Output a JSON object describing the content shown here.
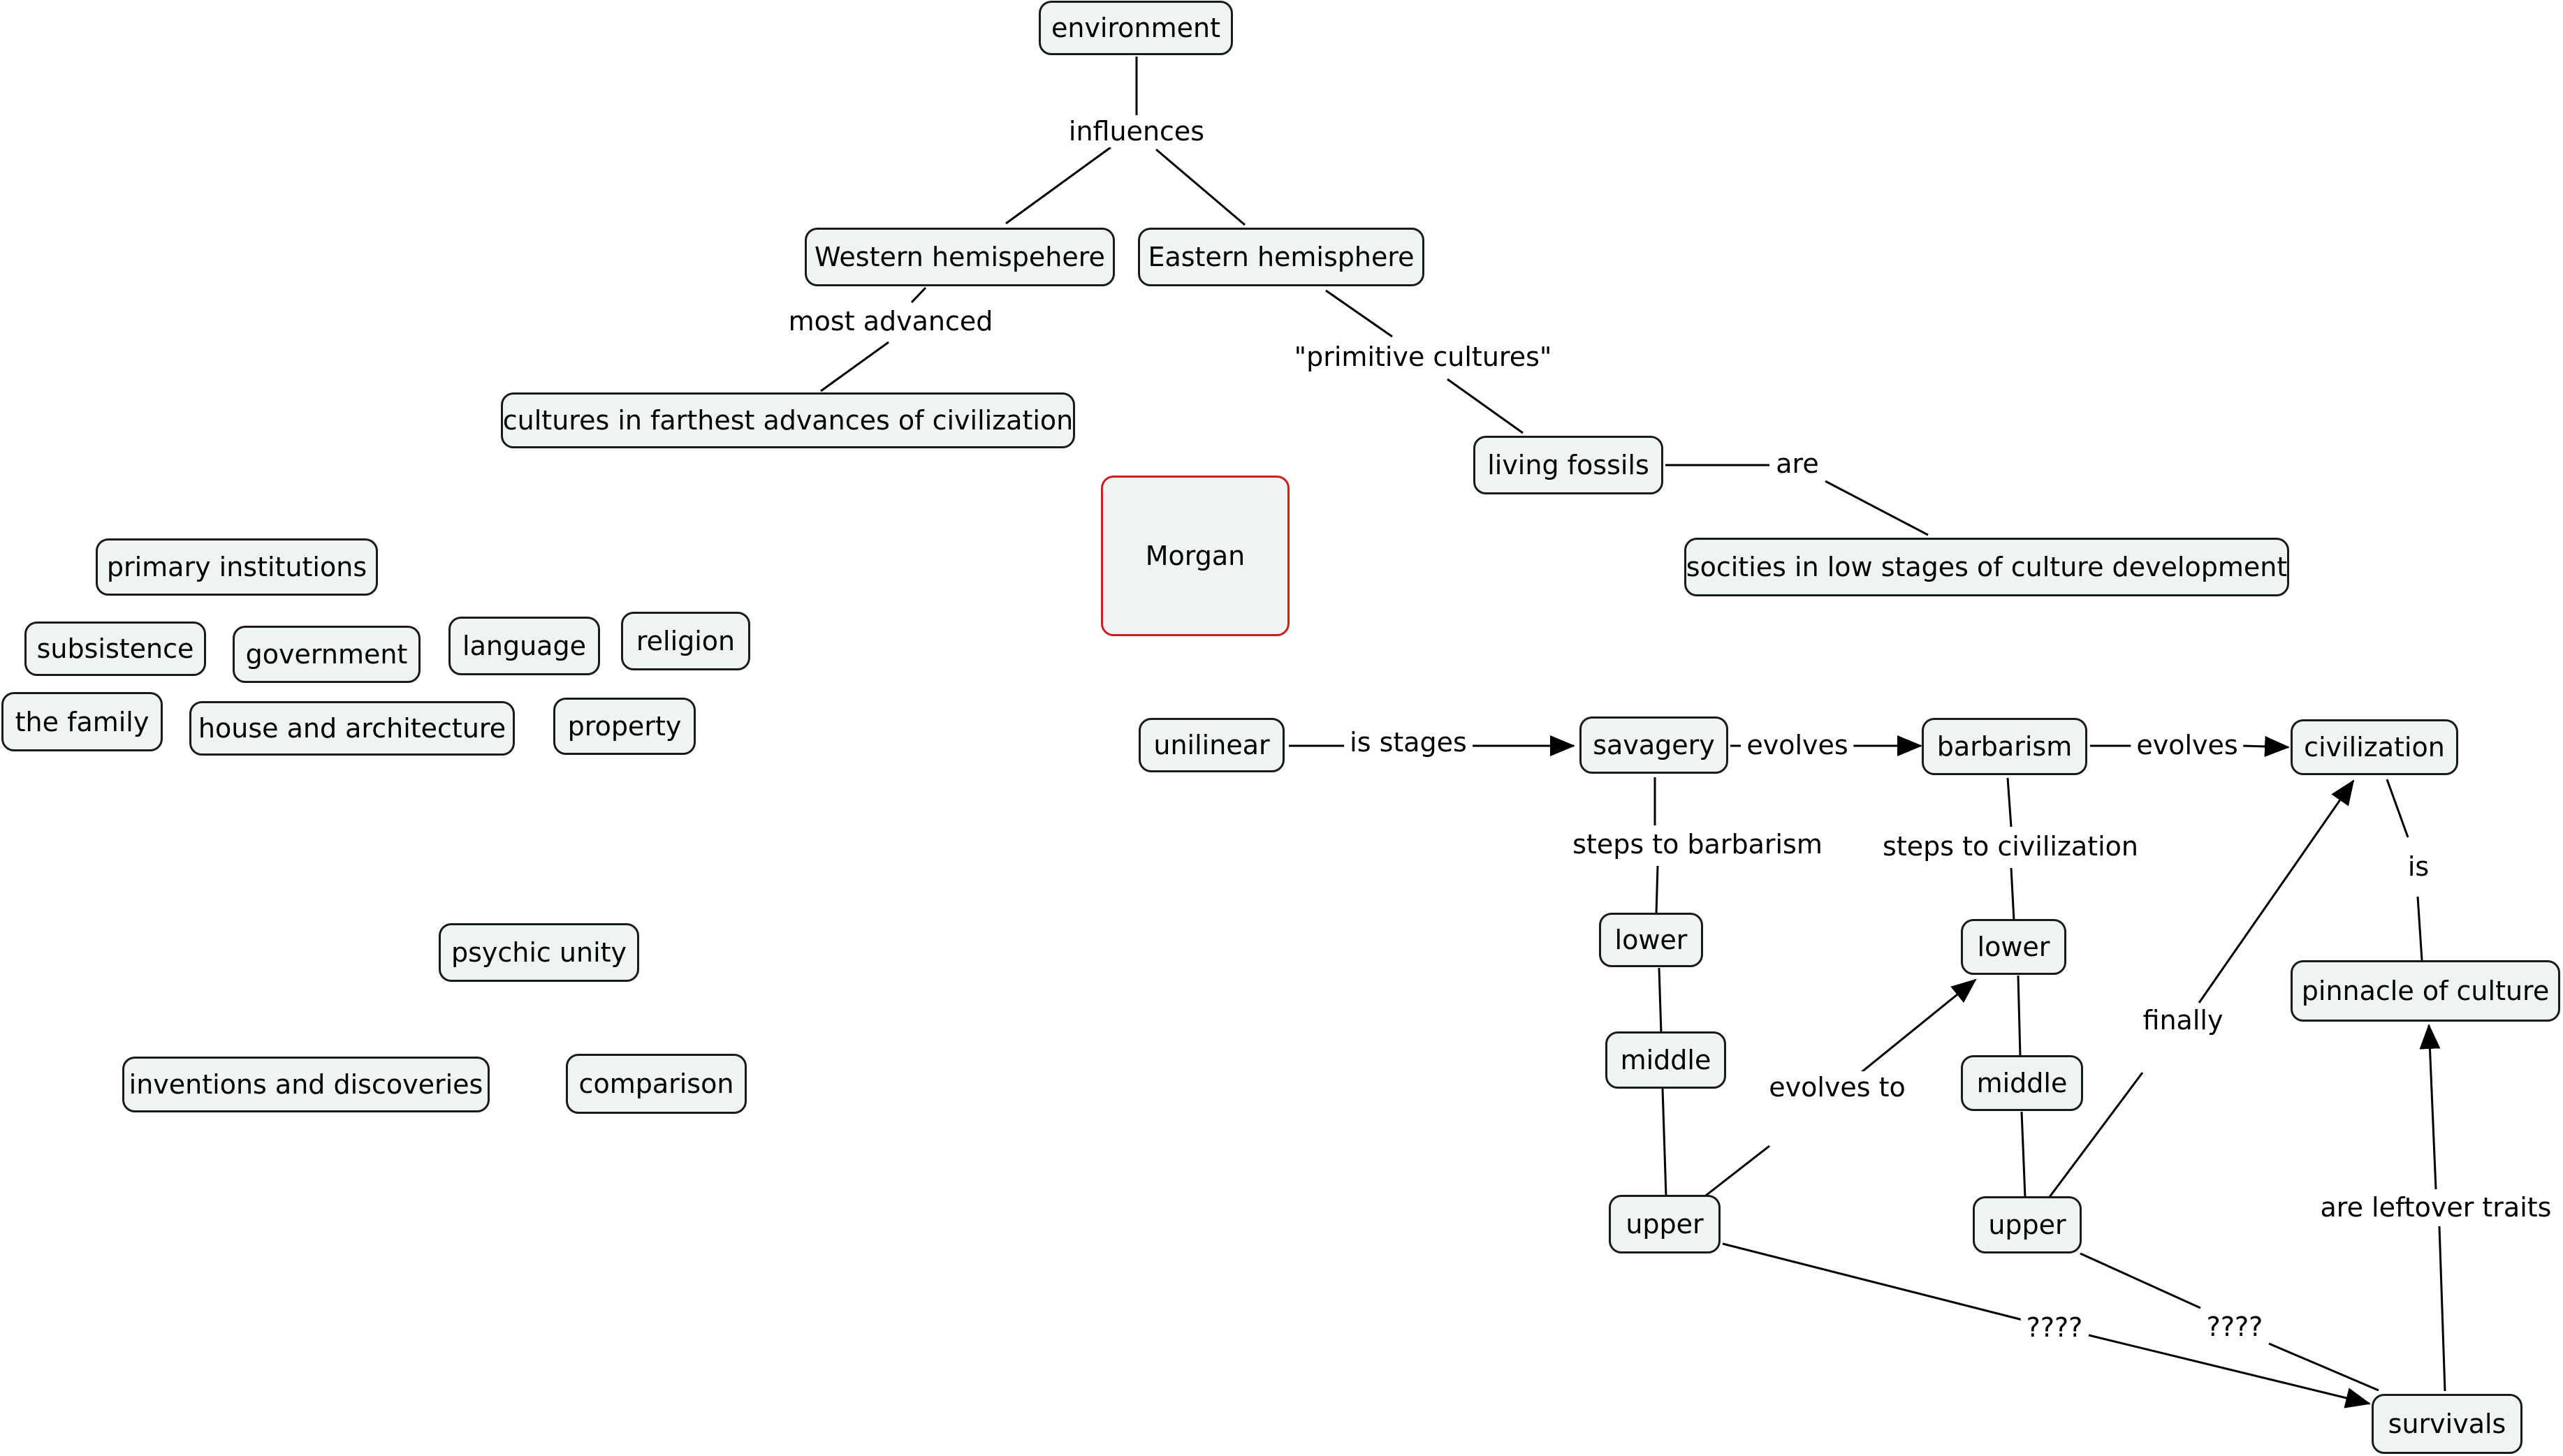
{
  "concept_map": {
    "concepts": {
      "environment": "environment",
      "western_hemisphere": "Western hemispehere",
      "eastern_hemisphere": "Eastern hemisphere",
      "cultures_farthest": "cultures in farthest advances of civilization",
      "living_fossils": "living fossils",
      "socities_low": "socities in low stages of culture development",
      "morgan": "Morgan",
      "primary_institutions": "primary institutions",
      "subsistence": "subsistence",
      "government": "government",
      "language": "language",
      "religion": "religion",
      "the_family": "the family",
      "house_architecture": "house and architecture",
      "property": "property",
      "psychic_unity": "psychic unity",
      "inventions_discoveries": "inventions and discoveries",
      "comparison": "comparison",
      "unilinear": "unilinear",
      "savagery": "savagery",
      "barbarism": "barbarism",
      "civilization": "civilization",
      "lower_1": "lower",
      "middle_1": "middle",
      "upper_1": "upper",
      "lower_2": "lower",
      "middle_2": "middle",
      "upper_2": "upper",
      "pinnacle": "pinnacle of culture",
      "survivals": "survivals"
    },
    "links": {
      "influences": "influences",
      "most_advanced": "most advanced",
      "primitive_cultures": "\"primitive cultures\"",
      "are": "are",
      "is_stages": "is stages",
      "evolves_1": "evolves",
      "evolves_2": "evolves",
      "steps_to_barbarism": "steps to barbarism",
      "steps_to_civilization": "steps to civilization",
      "evolves_to": "evolves to",
      "finally": "finally",
      "is": "is",
      "are_leftover_traits": "are leftover traits",
      "q1": "????",
      "q2": "????"
    }
  }
}
